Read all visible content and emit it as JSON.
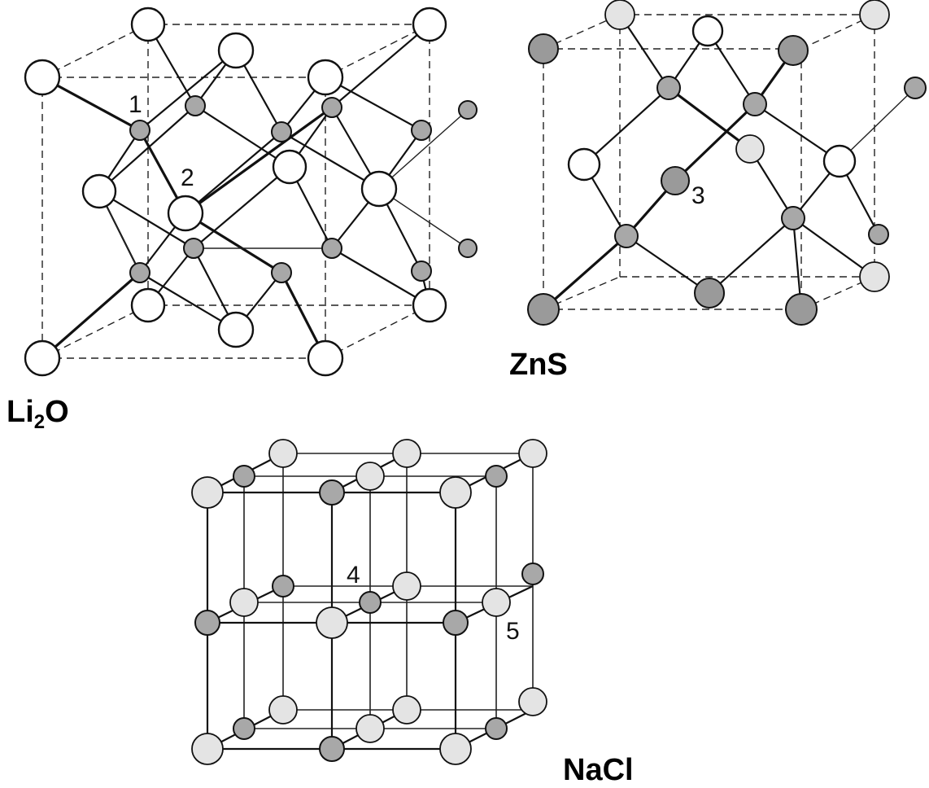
{
  "structures": [
    {
      "formula": "Li",
      "formula_sub": "2",
      "formula_tail": "O",
      "labels": [
        "1",
        "2"
      ]
    },
    {
      "formula": "ZnS",
      "labels": [
        "3"
      ]
    },
    {
      "formula": "NaCl",
      "labels": [
        "4",
        "5"
      ]
    }
  ],
  "colors": {
    "anion": "#ffffff",
    "cation": "#a8a8a8",
    "outline": "#111111"
  }
}
